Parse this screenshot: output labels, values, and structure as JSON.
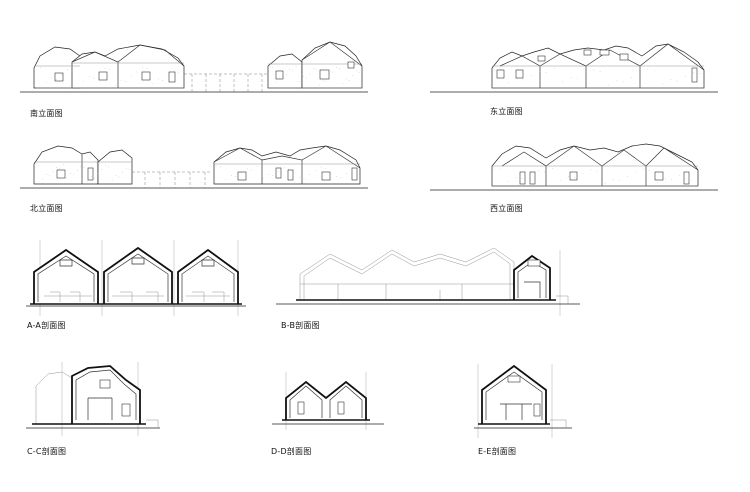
{
  "drawings": [
    {
      "id": "south-elevation",
      "label": "南立面图"
    },
    {
      "id": "east-elevation",
      "label": "东立面图"
    },
    {
      "id": "north-elevation",
      "label": "北立面图"
    },
    {
      "id": "west-elevation",
      "label": "西立面图"
    },
    {
      "id": "section-a-a",
      "label": "A-A剖面图"
    },
    {
      "id": "section-b-b",
      "label": "B-B剖面图"
    },
    {
      "id": "section-c-c",
      "label": "C-C剖面图"
    },
    {
      "id": "section-d-d",
      "label": "D-D剖面图"
    },
    {
      "id": "section-e-e",
      "label": "E-E剖面图"
    }
  ]
}
